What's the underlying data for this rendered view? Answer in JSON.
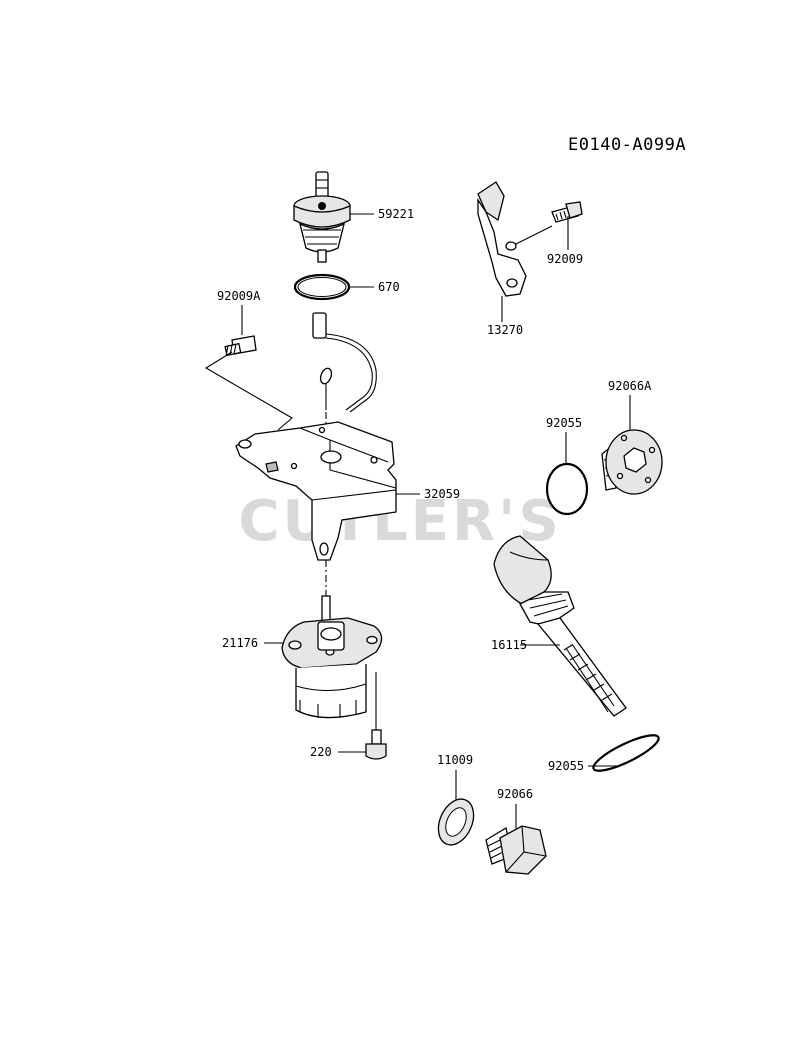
{
  "diagram_code": "E0140-A099A",
  "watermark": "CUTLER'S",
  "parts": {
    "p59221": "59221",
    "p670": "670",
    "p92009A": "92009A",
    "p32059": "32059",
    "p21176": "21176",
    "p220": "220",
    "p13270": "13270",
    "p92009": "92009",
    "p92055_top": "92055",
    "p92066A": "92066A",
    "p16115": "16115",
    "p92055_bottom": "92055",
    "p11009": "11009",
    "p92066": "92066"
  }
}
